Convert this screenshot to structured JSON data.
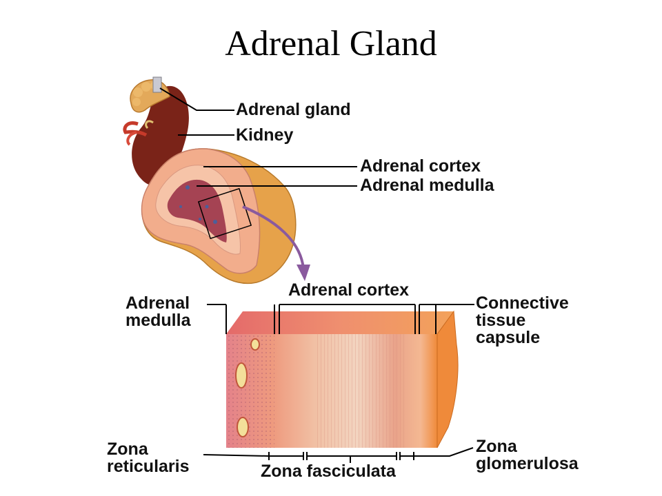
{
  "title": "Adrenal Gland",
  "labels": {
    "adrenal_gland": "Adrenal gland",
    "kidney": "Kidney",
    "adrenal_cortex_top": "Adrenal cortex",
    "adrenal_medulla_top": "Adrenal medulla",
    "adrenal_cortex_block": "Adrenal cortex",
    "adrenal_medulla_block": [
      "Adrenal",
      "medulla"
    ],
    "connective_tissue_capsule": [
      "Connective",
      "tissue",
      "capsule"
    ],
    "zona_reticularis": [
      "Zona",
      "reticularis"
    ],
    "zona_fasciculata": "Zona fasciculata",
    "zona_glomerulosa": [
      "Zona",
      "glomerulosa"
    ]
  },
  "colors": {
    "cortex": "#f2a987",
    "medulla": "#c9505a",
    "fat": "#e9a34a",
    "kidney": "#7a2318",
    "arrow": "#8a5a9e"
  }
}
